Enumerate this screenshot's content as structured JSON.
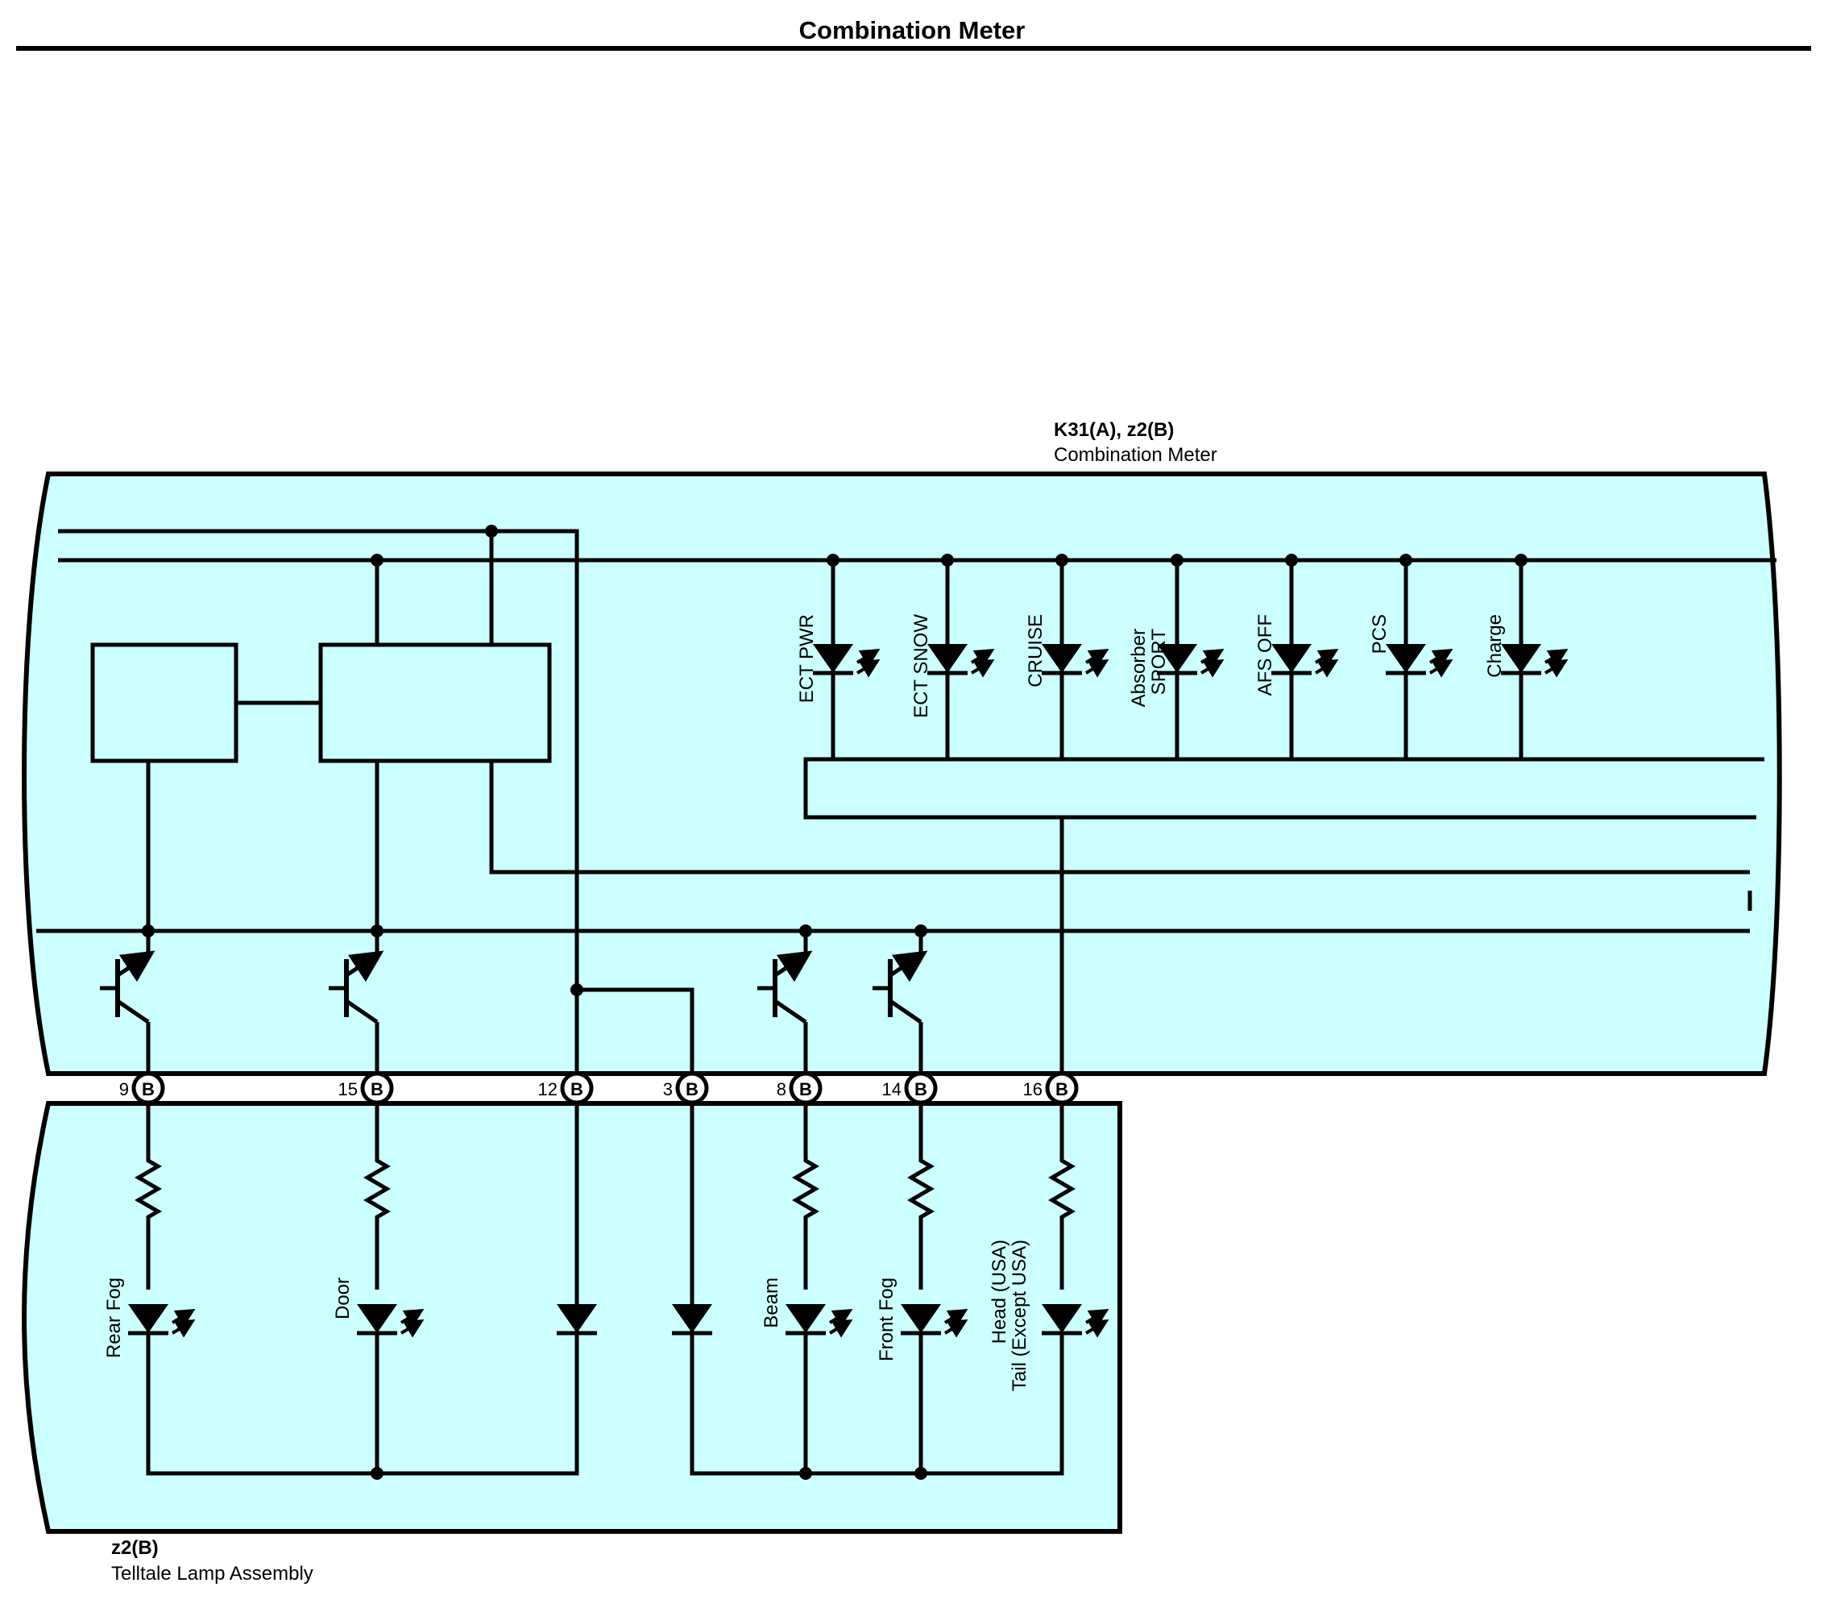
{
  "page": {
    "title": "Combination Meter"
  },
  "meter": {
    "connector": "K31(A), z2(B)",
    "name": "Combination Meter",
    "indicators": [
      {
        "label": "ECT PWR"
      },
      {
        "label": "ECT SNOW"
      },
      {
        "label": "CRUISE"
      },
      {
        "label": "Absorber",
        "label2": "SPORT"
      },
      {
        "label": "AFS OFF"
      },
      {
        "label": "PCS"
      },
      {
        "label": "Charge"
      }
    ]
  },
  "pins": [
    {
      "num": "9",
      "conn": "B"
    },
    {
      "num": "15",
      "conn": "B"
    },
    {
      "num": "12",
      "conn": "B"
    },
    {
      "num": "3",
      "conn": "B"
    },
    {
      "num": "8",
      "conn": "B"
    },
    {
      "num": "14",
      "conn": "B"
    },
    {
      "num": "16",
      "conn": "B"
    }
  ],
  "telltale": {
    "connector": "z2(B)",
    "name": "Telltale Lamp Assembly",
    "lamps": [
      {
        "label": "Rear Fog"
      },
      {
        "label": "Door"
      },
      {
        "label": "Beam"
      },
      {
        "label": "Front Fog"
      },
      {
        "label": "Head (USA)",
        "label2": "Tail (Except USA)"
      }
    ]
  }
}
